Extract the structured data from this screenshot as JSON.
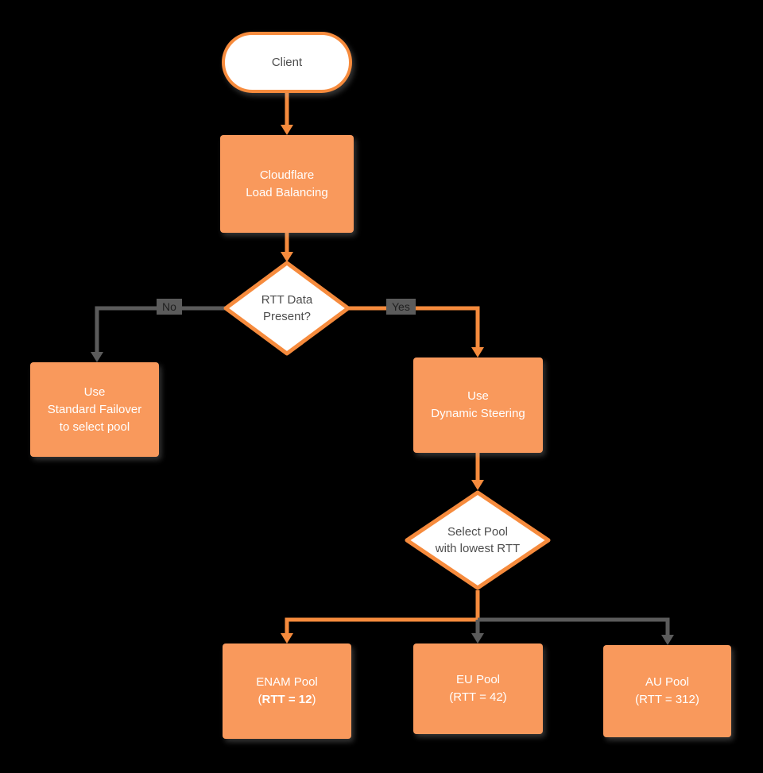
{
  "colors": {
    "canvas_bg": "#000000",
    "orange_fill": "#F9995C",
    "orange_stroke": "#F68B3D",
    "gray_line": "#5B5B5B",
    "box_text": "#FFFFFF",
    "dark_text": "#4D4D4D",
    "label_text": "#1F1F1F"
  },
  "nodes": {
    "client": {
      "label": "Client"
    },
    "load_balancing": {
      "line1": "Cloudflare",
      "line2": "Load Balancing"
    },
    "rtt_decision": {
      "line1": "RTT Data",
      "line2": "Present?"
    },
    "standard_failover": {
      "line1": "Use",
      "line2": "Standard Failover",
      "line3": "to select pool"
    },
    "dynamic_steering": {
      "line1": "Use",
      "line2": "Dynamic Steering"
    },
    "select_pool": {
      "line1": "Select Pool",
      "line2": "with lowest RTT"
    },
    "enam_pool": {
      "line1": "ENAM Pool",
      "line2_prefix": "(",
      "line2_bold": "RTT = 12",
      "line2_suffix": ")"
    },
    "eu_pool": {
      "line1": "EU Pool",
      "line2": "(RTT = 42)"
    },
    "au_pool": {
      "line1": "AU Pool",
      "line2": "(RTT = 312)"
    }
  },
  "edges": {
    "no_label": "No",
    "yes_label": "Yes"
  }
}
